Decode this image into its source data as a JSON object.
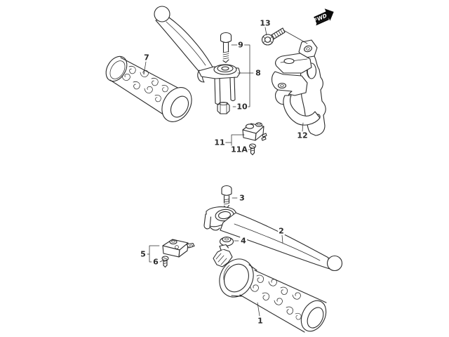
{
  "callouts": {
    "c1": "1",
    "c2": "2",
    "c3": "3",
    "c4": "4",
    "c5": "5",
    "c6": "6",
    "c7": "7",
    "c8": "8",
    "c9": "9",
    "c10": "10",
    "c11": "11",
    "c11a": "11A",
    "c12": "12",
    "c13": "13"
  },
  "direction_indicator": {
    "label": "FWD"
  },
  "colors": {
    "line": "#2b2b2b",
    "background": "#ffffff",
    "indicator_bg": "#0a0a0a",
    "indicator_text": "#ffffff"
  }
}
